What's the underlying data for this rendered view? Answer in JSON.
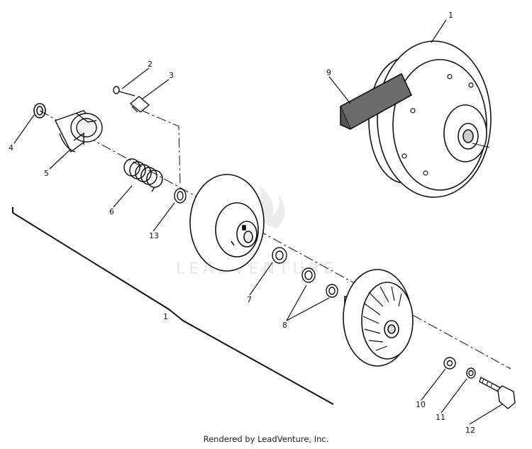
{
  "diagram": {
    "callouts": {
      "c1_top": "1",
      "c1_bracket": "1",
      "c2": "2",
      "c3": "3",
      "c4": "4",
      "c5": "5",
      "c6": "6",
      "c7": "7",
      "c8": "8",
      "c9": "9",
      "c10": "10",
      "c11": "11",
      "c12": "12",
      "c13": "13"
    },
    "watermark": "LEADVENTURE"
  },
  "footer": {
    "text": "Rendered by LeadVenture, Inc."
  },
  "colors": {
    "ink": "#111111",
    "watermark": "#e7e7e7",
    "belt": "#6b6b6b"
  }
}
